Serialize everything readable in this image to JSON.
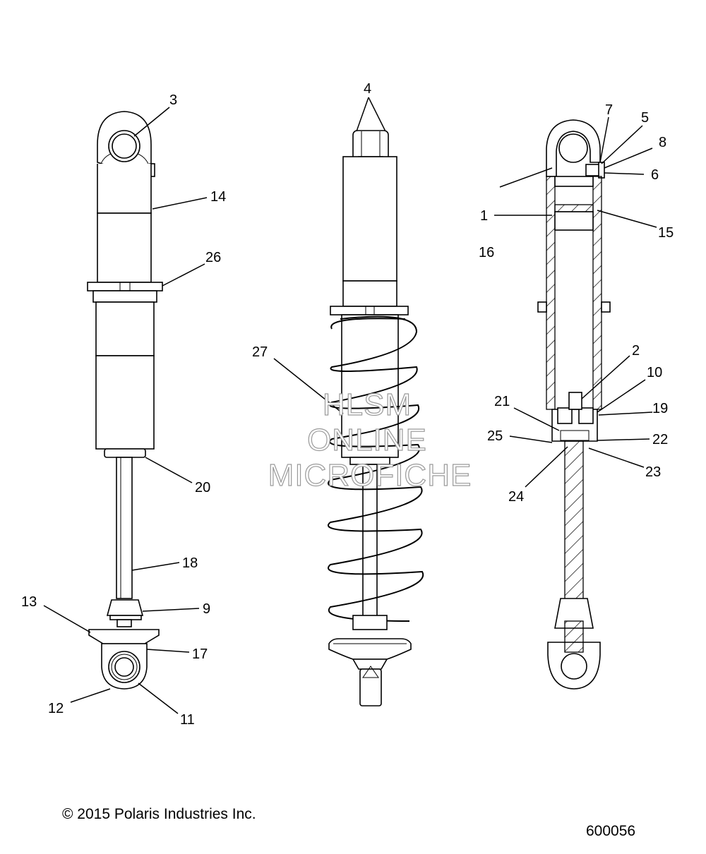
{
  "callouts": [
    {
      "id": "3",
      "text": "3"
    },
    {
      "id": "14",
      "text": "14"
    },
    {
      "id": "26",
      "text": "26"
    },
    {
      "id": "20",
      "text": "20"
    },
    {
      "id": "18",
      "text": "18"
    },
    {
      "id": "9",
      "text": "9"
    },
    {
      "id": "13",
      "text": "13"
    },
    {
      "id": "17",
      "text": "17"
    },
    {
      "id": "12",
      "text": "12"
    },
    {
      "id": "11",
      "text": "11"
    },
    {
      "id": "4",
      "text": "4"
    },
    {
      "id": "27",
      "text": "27"
    },
    {
      "id": "7",
      "text": "7"
    },
    {
      "id": "5",
      "text": "5"
    },
    {
      "id": "8",
      "text": "8"
    },
    {
      "id": "6",
      "text": "6"
    },
    {
      "id": "1",
      "text": "1"
    },
    {
      "id": "15",
      "text": "15"
    },
    {
      "id": "16",
      "text": "16"
    },
    {
      "id": "2",
      "text": "2"
    },
    {
      "id": "10",
      "text": "10"
    },
    {
      "id": "21",
      "text": "21"
    },
    {
      "id": "19",
      "text": "19"
    },
    {
      "id": "25",
      "text": "25"
    },
    {
      "id": "22",
      "text": "22"
    },
    {
      "id": "24",
      "text": "24"
    },
    {
      "id": "23",
      "text": "23"
    }
  ],
  "watermark": {
    "line1": "HLSM",
    "line2": "ONLINE",
    "line3": "MICROFICHE"
  },
  "footer": {
    "copyright": "© 2015 Polaris Industries Inc.",
    "drawing_number": "600056"
  }
}
